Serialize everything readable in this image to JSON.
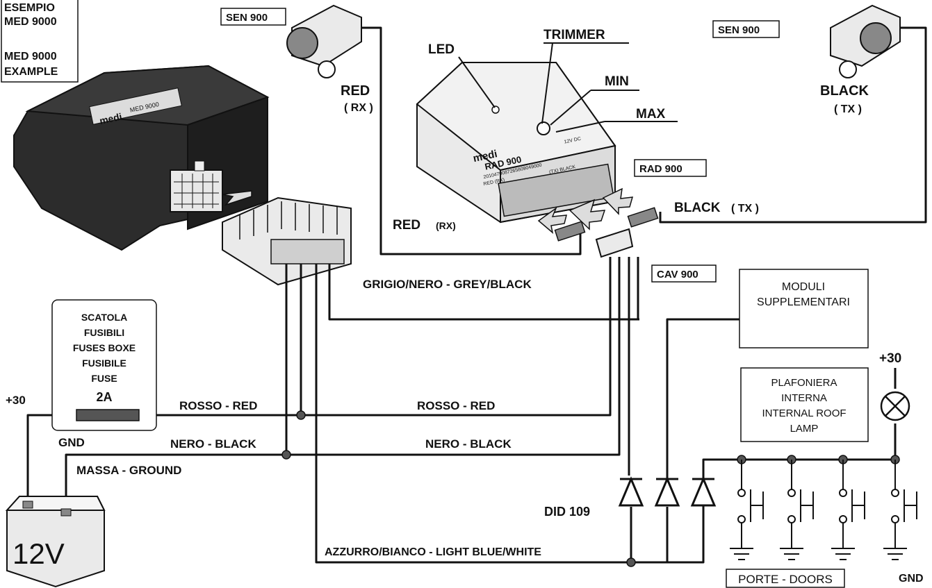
{
  "example_box": {
    "line1": "ESEMPIO",
    "line2": "MED 9000",
    "line3": "MED 9000",
    "line4": "EXAMPLE"
  },
  "sen_left": {
    "label": "SEN 900",
    "wire": "RED",
    "sub": "( RX )"
  },
  "sen_right": {
    "label": "SEN 900",
    "wire": "BLACK",
    "sub": "( TX )"
  },
  "rad": {
    "led": "LED",
    "trimmer": "TRIMMER",
    "min": "MIN",
    "max": "MAX",
    "label": "RAD 900",
    "brand": "medi",
    "model": "RAD 900",
    "serial": "2010470087265809049000",
    "red_rx": "RED (RX)",
    "tx_black": "(TX) BLACK",
    "volt": "12V DC"
  },
  "rad_connector": {
    "red_rx": "RED",
    "red_rx_sub": "(RX)",
    "black_tx": "BLACK",
    "black_tx_sub": "( TX )"
  },
  "med_brand": "medi",
  "med_model": "MED 9000",
  "cav": {
    "label": "CAV 900"
  },
  "wires": {
    "grey_black": "GRIGIO/NERO - GREY/BLACK",
    "rosso_red_left": "ROSSO - RED",
    "rosso_red_right": "ROSSO - RED",
    "nero_black_left": "NERO - BLACK",
    "nero_black_right": "NERO - BLACK",
    "massa_ground": "MASSA - GROUND",
    "light_blue_white": "AZZURRO/BIANCO - LIGHT BLUE/WHITE"
  },
  "fuse_box": {
    "l1": "SCATOLA",
    "l2": "FUSIBILI",
    "l3": "FUSES BOXE",
    "l4": "FUSIBILE",
    "l5": "FUSE",
    "rating": "2A"
  },
  "battery": {
    "plus": "+30",
    "gnd": "GND",
    "voltage": "12V"
  },
  "moduli": {
    "l1": "MODULI",
    "l2": "SUPPLEMENTARI"
  },
  "lamp": {
    "plus": "+30",
    "l1": "PLAFONIERA",
    "l2": "INTERNA",
    "l3": "INTERNAL ROOF",
    "l4": "LAMP"
  },
  "diode": {
    "label": "DID 109"
  },
  "doors": {
    "label": "PORTE - DOORS",
    "gnd": "GND"
  }
}
